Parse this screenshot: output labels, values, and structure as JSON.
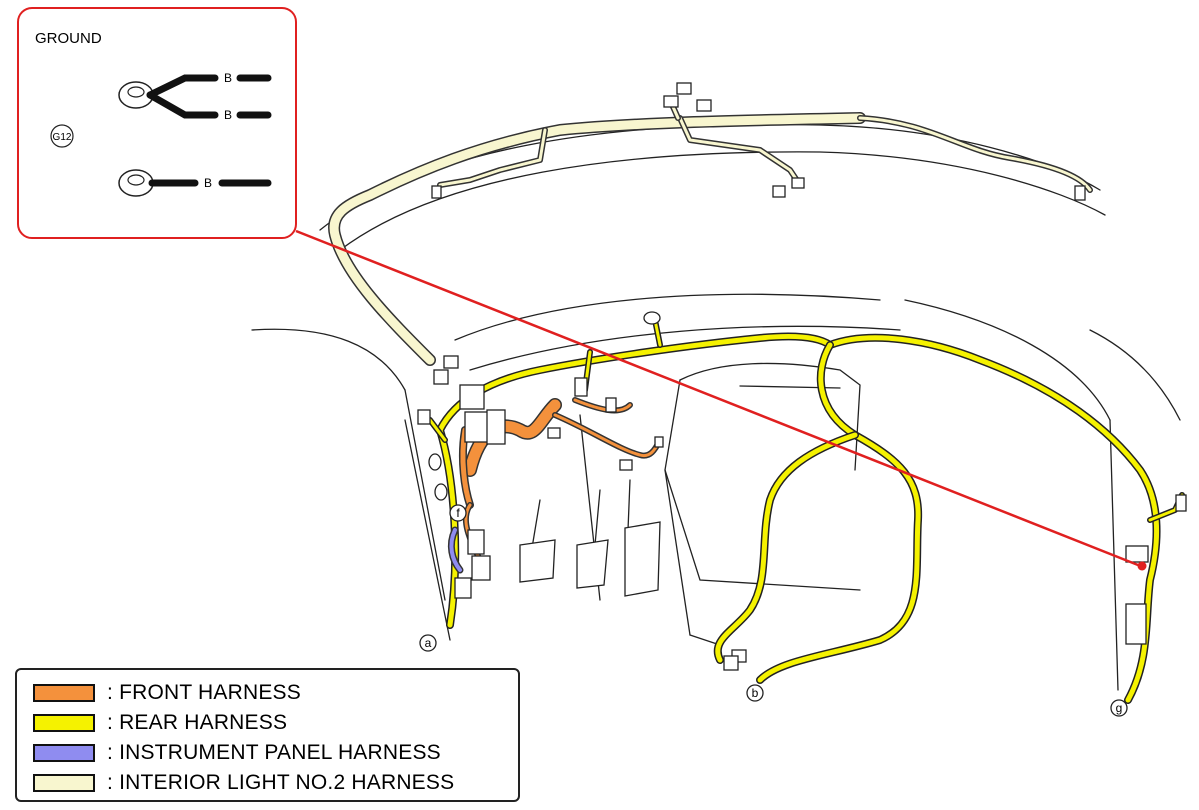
{
  "inset": {
    "title": "GROUND",
    "ground_point": "G12",
    "wire_labels": [
      "B",
      "B",
      "B"
    ]
  },
  "connectors": [
    "a",
    "b",
    "f",
    "g"
  ],
  "legend": [
    {
      "color": "#f4913c",
      "label": ": FRONT HARNESS"
    },
    {
      "color": "#f5f200",
      "label": ": REAR HARNESS"
    },
    {
      "color": "#8f8cf0",
      "label": ": INSTRUMENT PANEL HARNESS"
    },
    {
      "color": "#f8f6cf",
      "label": ": INTERIOR LIGHT NO.2 HARNESS"
    }
  ],
  "colors": {
    "front": "#f4913c",
    "rear": "#f5f200",
    "instrument_panel": "#8f8cf0",
    "interior_light": "#f8f6cf",
    "callout": "#e02020"
  }
}
